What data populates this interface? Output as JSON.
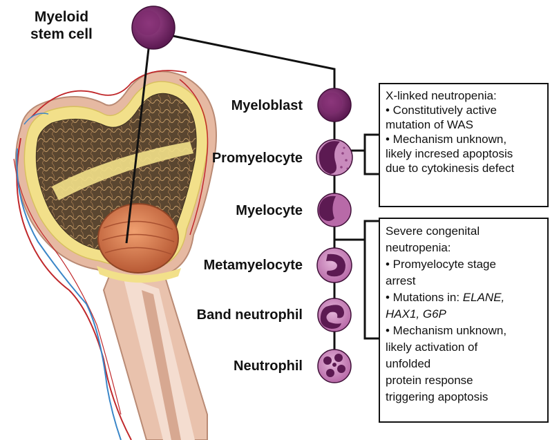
{
  "stem": {
    "label_line1": "Myeloid",
    "label_line2": "stem cell"
  },
  "stages": [
    {
      "label": "Myeloblast"
    },
    {
      "label": "Promyelocyte"
    },
    {
      "label": "Myelocyte"
    },
    {
      "label": "Metamyelocyte"
    },
    {
      "label": "Band neutrophil"
    },
    {
      "label": "Neutrophil"
    }
  ],
  "box_xlinked": {
    "lines": [
      "X-linked neutropenia:",
      "• Constitutively active",
      "mutation of WAS",
      "• Mechanism unknown,",
      "likely incresed apoptosis",
      "due to cytokinesis defect"
    ]
  },
  "box_scn": {
    "line1": "Severe congenital",
    "line2": "neutropenia:",
    "line3": "• Promyelocyte stage",
    "line4": "arrest",
    "line5_prefix": "• Mutations in: ",
    "line5_genes": "ELANE,",
    "line6_genes": "HAX1, G6P",
    "line7": "• Mechanism unknown,",
    "line8": "likely activation of",
    "line9": "unfolded",
    "line10": "protein response",
    "line11": "triggering apoptosis"
  },
  "colors": {
    "cell_dark": "#6b1f5e",
    "cell_mid": "#8e3a7e",
    "cell_light": "#c98bbd",
    "marrow": "#5a4630",
    "bone_yellow": "#f2e08a",
    "bone_pink": "#e9c2ad",
    "head_orange": "#d9774a",
    "vessel_red": "#c0282b",
    "vessel_blue": "#3a86c8"
  }
}
